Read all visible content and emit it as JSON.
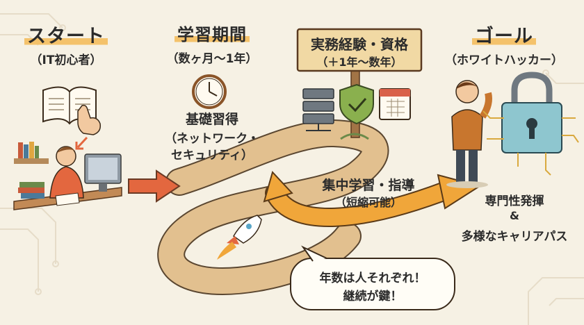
{
  "colors": {
    "background": "#f6f1e4",
    "path": "#e2c08f",
    "path_edge": "#5a4630",
    "arrow_red": "#e3673f",
    "arrow_orange": "#f0a63a",
    "highlight": "#f4c26b",
    "sign": "#f1d9a4"
  },
  "icons": [
    "book-icon",
    "hand-pointer-icon",
    "clock-icon",
    "server-icon",
    "shield-check-icon",
    "calendar-icon",
    "rocket-icon",
    "padlock-circuit-icon"
  ],
  "start": {
    "title": "スタート",
    "subtitle": "（IT初心者）"
  },
  "learning": {
    "title": "学習期間",
    "period": "（数ヶ月〜1年）",
    "topic": "基礎習得",
    "detail1": "（ネットワーク・",
    "detail2": "セキュリティ）"
  },
  "practice_sign": {
    "title": "実務経験・資格",
    "period": "（＋1年〜数年）"
  },
  "goal": {
    "title": "ゴール",
    "subtitle": "（ホワイトハッカー）"
  },
  "shortcut": {
    "label": "集中学習・指導",
    "note": "（短縮可能）"
  },
  "outcome": {
    "line1": "専門性発揮",
    "line2": "&",
    "line3": "多様なキャリアパス"
  },
  "bubble": {
    "line1": "年数は人それぞれ！",
    "line2": "継続が鍵！"
  }
}
